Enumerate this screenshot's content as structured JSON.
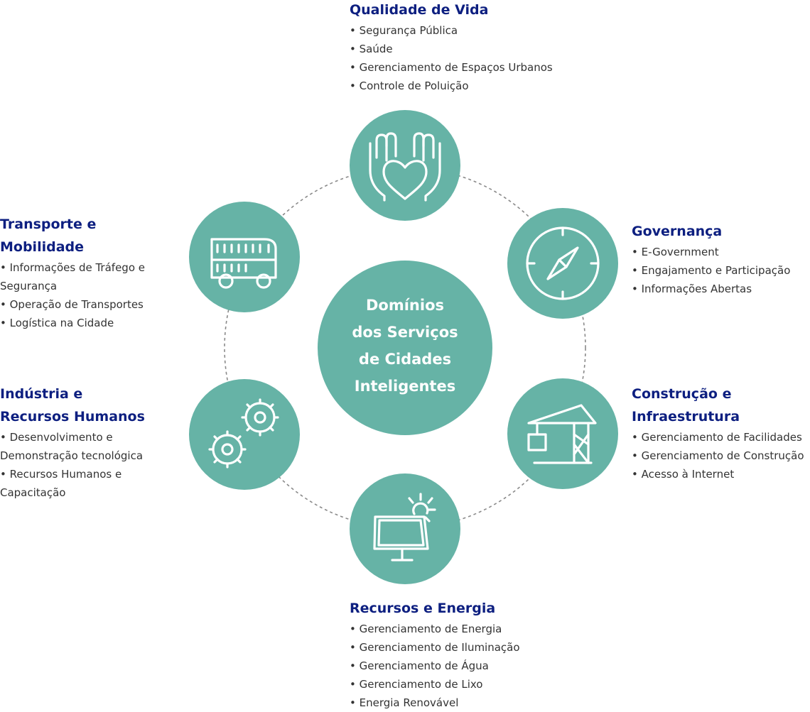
{
  "colors": {
    "circle": "#66b3a6",
    "title": "#0d1f80",
    "text": "#333333",
    "ring": "#8a8a8a",
    "icon": "#ffffff"
  },
  "center": {
    "lines": [
      "Domínios",
      "dos Serviços",
      "de Cidades",
      "Inteligentes"
    ]
  },
  "domains": [
    {
      "id": "qualidade",
      "icon": "hands-heart-icon",
      "title": [
        "Qualidade de Vida"
      ],
      "items": [
        "Segurança Pública",
        "Saúde",
        "Gerenciamento de Espaços Urbanos",
        "Controle de Poluição"
      ]
    },
    {
      "id": "governanca",
      "icon": "compass-icon",
      "title": [
        "Governança"
      ],
      "items": [
        "E-Government",
        "Engajamento e Participação",
        "Informações Abertas"
      ]
    },
    {
      "id": "construcao",
      "icon": "crane-icon",
      "title": [
        "Construção e",
        "Infraestrutura"
      ],
      "items": [
        "Gerenciamento de Facilidades",
        "Gerenciamento de Construção",
        "Acesso à Internet"
      ]
    },
    {
      "id": "recursos",
      "icon": "solar-panel-icon",
      "title": [
        "Recursos e Energia"
      ],
      "items": [
        "Gerenciamento de Energia",
        "Gerenciamento de Iluminação",
        "Gerenciamento de Água",
        "Gerenciamento de Lixo",
        "Energia Renovável"
      ]
    },
    {
      "id": "industria",
      "icon": "gears-icon",
      "title": [
        "Indústria e",
        "Recursos Humanos"
      ],
      "items": [
        "Desenvolvimento e Demonstração tecnológica",
        "Recursos Humanos e Capacitação"
      ]
    },
    {
      "id": "transporte",
      "icon": "bus-icon",
      "title": [
        "Transporte e Mobilidade"
      ],
      "items": [
        "Informações de Tráfego e Segurança",
        "Operação de Transportes",
        "Logística na Cidade"
      ]
    }
  ]
}
